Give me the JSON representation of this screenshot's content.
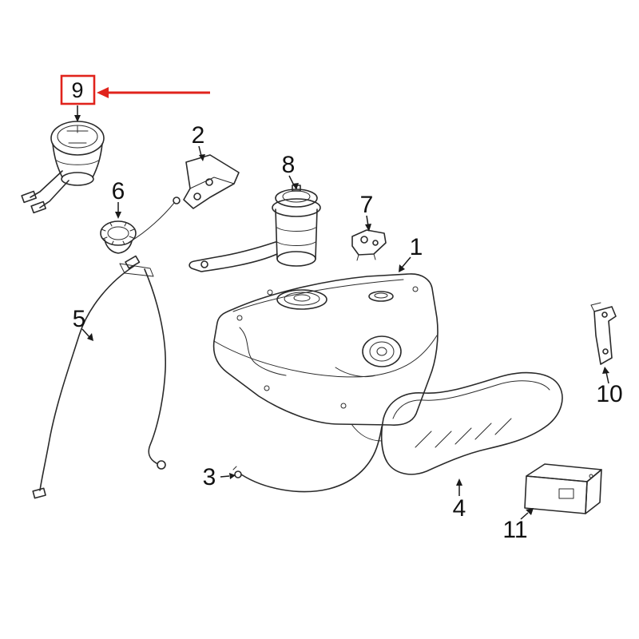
{
  "diagram": {
    "kind": "exploded-parts-diagram",
    "background": "#ffffff",
    "line_color": "#2a2a2a",
    "highlight_color": "#e0231c"
  },
  "callouts": {
    "c1": {
      "number": "1"
    },
    "c2": {
      "number": "2"
    },
    "c3": {
      "number": "3"
    },
    "c4": {
      "number": "4"
    },
    "c5": {
      "number": "5"
    },
    "c6": {
      "number": "6"
    },
    "c7": {
      "number": "7"
    },
    "c8": {
      "number": "8"
    },
    "c9": {
      "number": "9",
      "highlighted": "true"
    },
    "c10": {
      "number": "10"
    },
    "c11": {
      "number": "11"
    }
  }
}
